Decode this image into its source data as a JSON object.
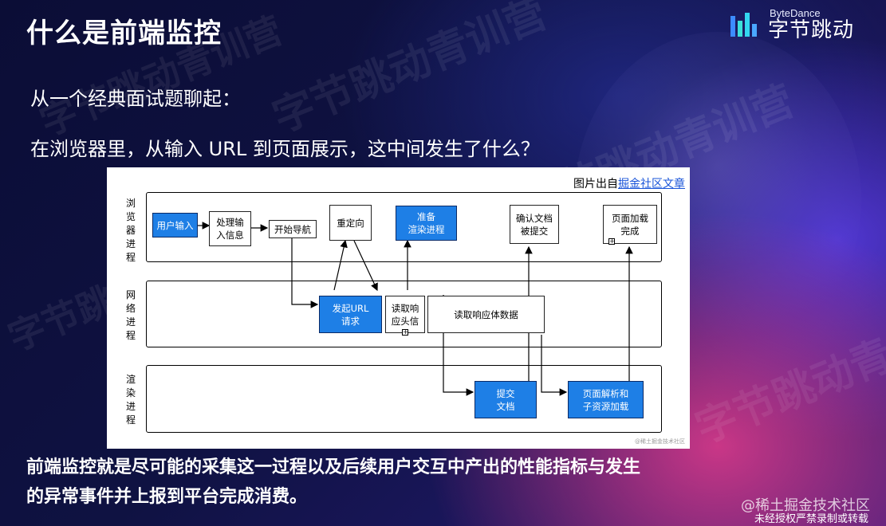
{
  "slide": {
    "title": "什么是前端监控",
    "logo": {
      "en": "ByteDance",
      "cn": "字节跳动"
    },
    "question_intro": "从一个经典面试题聊起：",
    "question": "在浏览器里，从输入 URL 到页面展示，这中间发生了什么？",
    "summary_line1": "前端监控就是尽可能的采集这一过程以及后续用户交互中产出的性能指标与发生",
    "summary_line2": "的异常事件并上报到平台完成消费。",
    "watermark": "@稀土掘金技术社区",
    "footer_note": "未经授权严禁录制或转载",
    "bg_watermark": "字节跳动青训营"
  },
  "diagram": {
    "credit_prefix": "图片出自",
    "credit_link": "掘金社区文章",
    "source_mark": "@稀土掘金技术社区",
    "lanes": [
      {
        "label": "浏览器进程"
      },
      {
        "label": "网络进程"
      },
      {
        "label": "渲染进程"
      }
    ],
    "boxes": {
      "user_input": "用户输入",
      "process_input": "处理输\n入信息",
      "start_nav": "开始导航",
      "redirect": "重定向",
      "prepare_render": "准备\n渲染进程",
      "confirm_doc": "确认文档\n被提交",
      "page_loaded": "页面加载\n完成",
      "send_url": "发起URL\n请求",
      "read_headers": "读取响\n应头信",
      "read_body": "读取响应体数据",
      "commit_doc": "提交\n文档",
      "parse_page": "页面解析和\n子资源加载"
    },
    "plus_symbol": "+"
  },
  "colors": {
    "accent_blue": "#1e7fe6",
    "link_blue": "#1a55d9"
  }
}
